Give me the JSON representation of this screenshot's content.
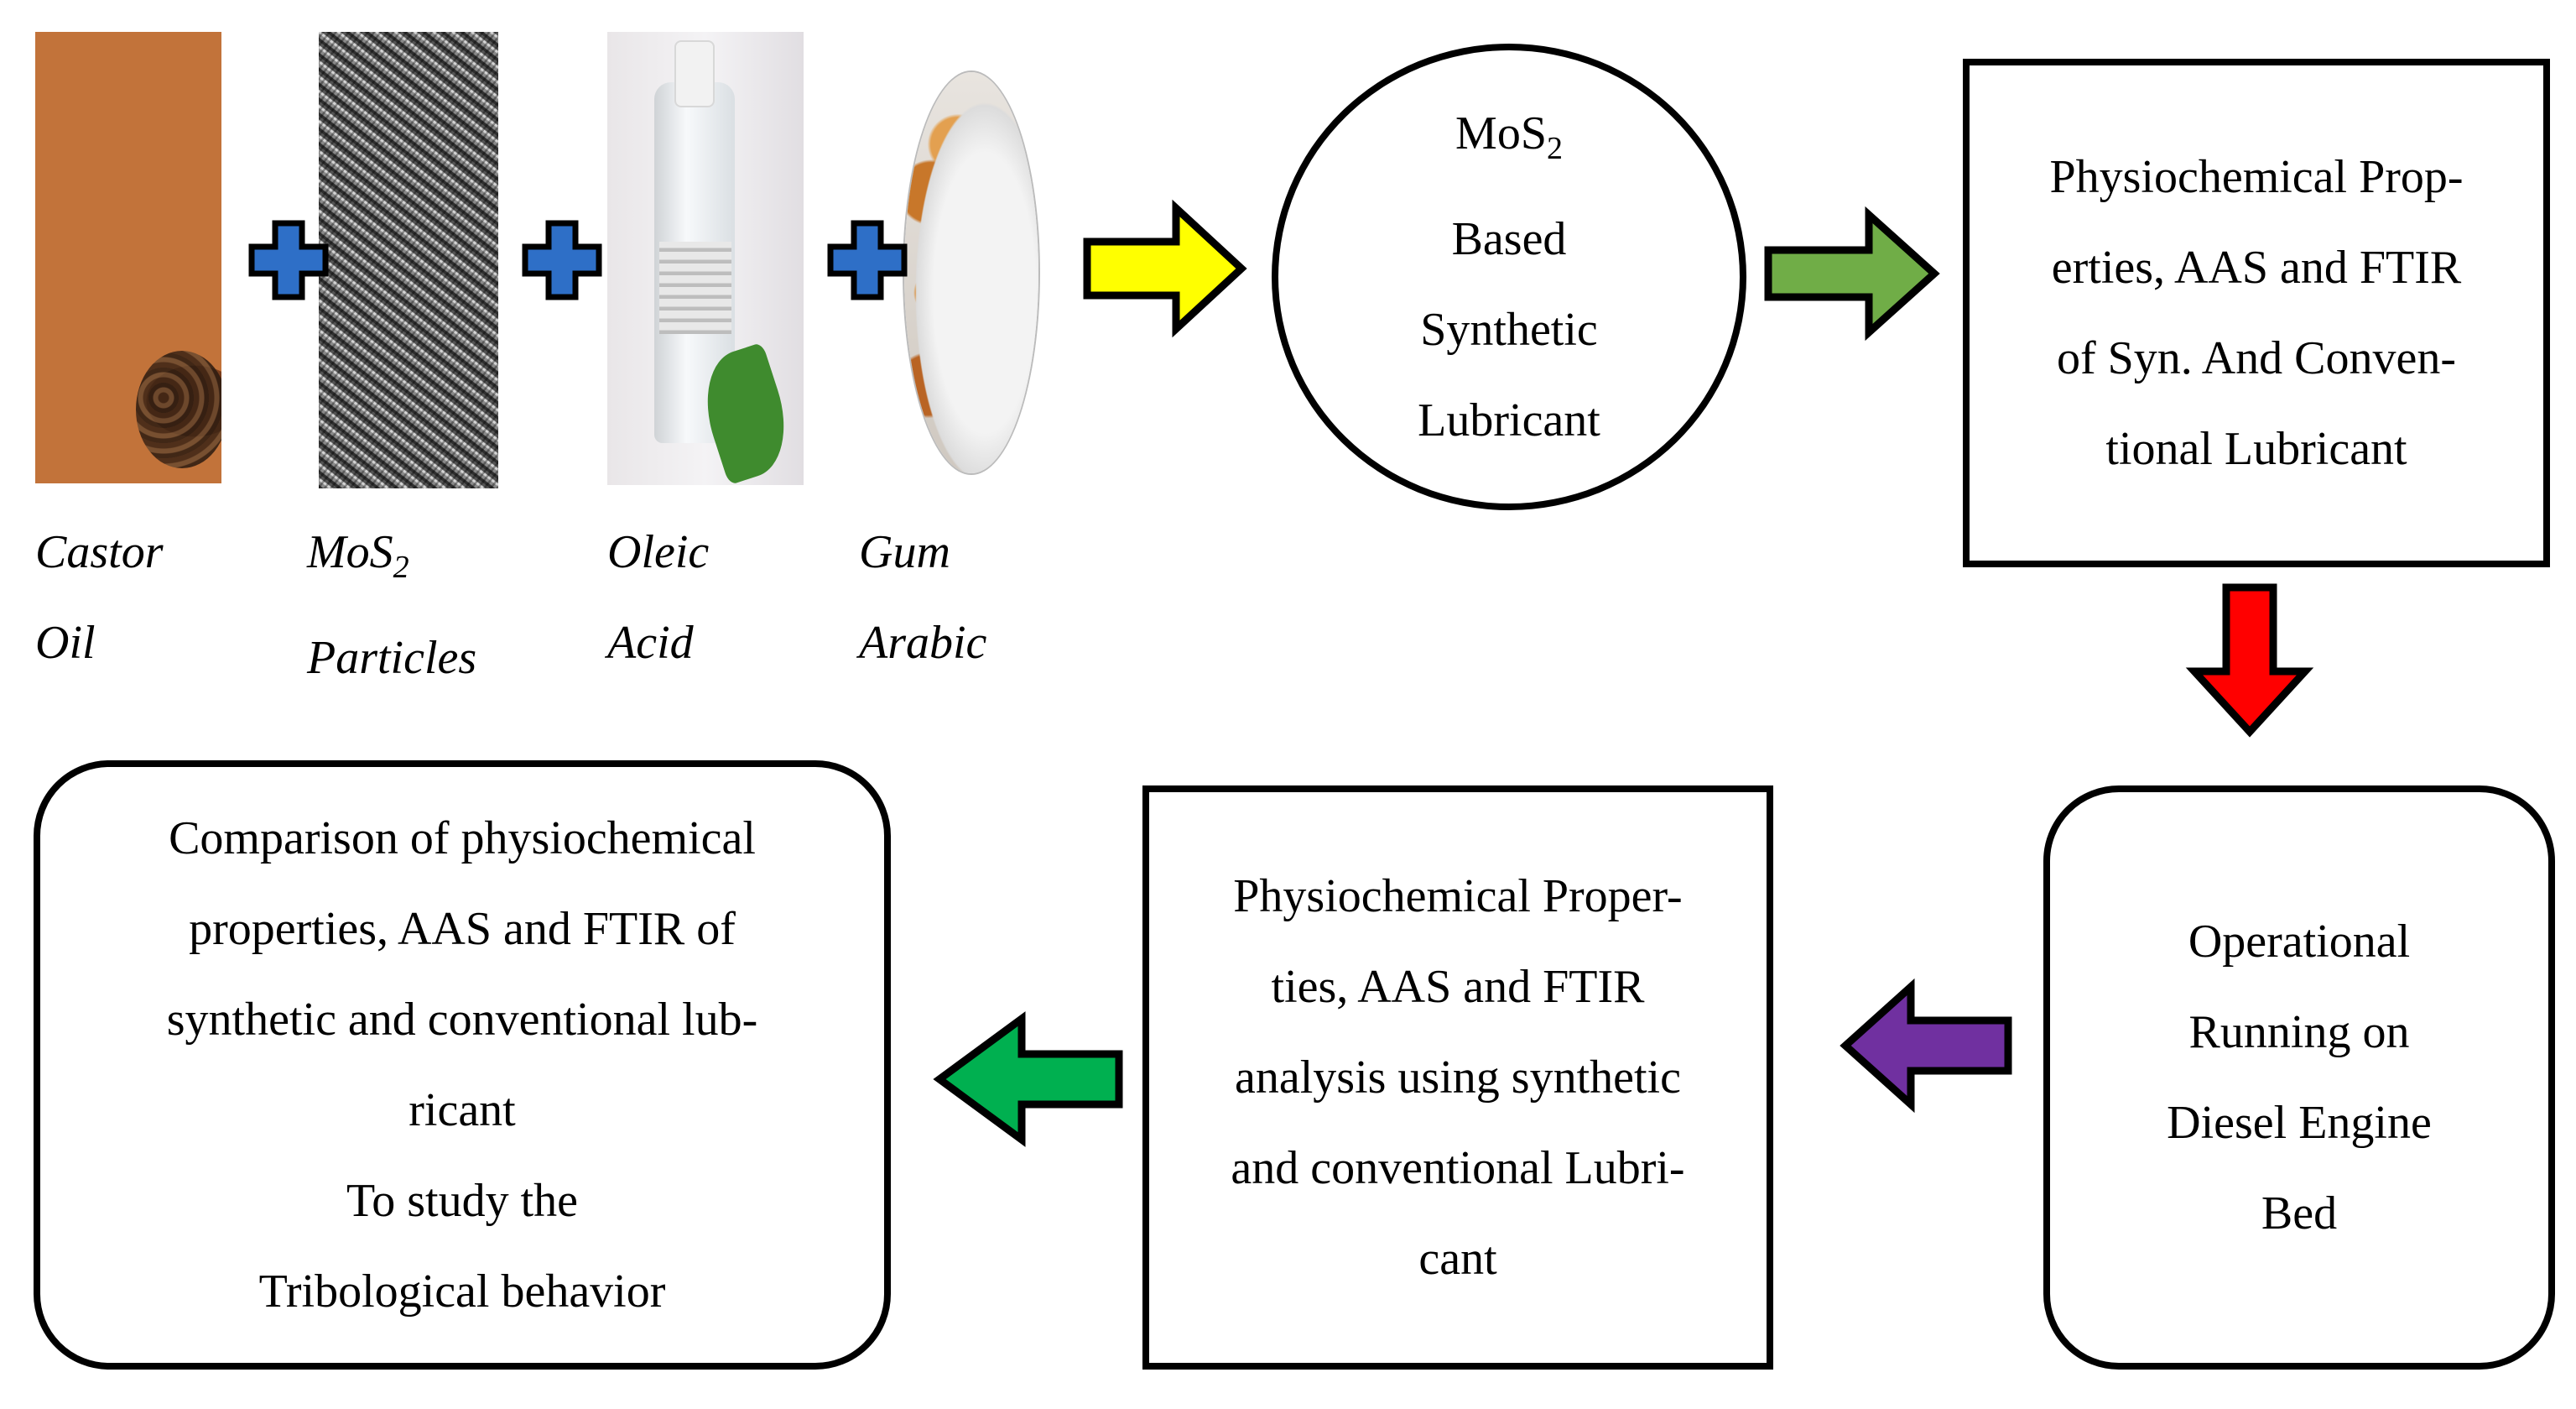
{
  "ingredients": [
    {
      "name": "castor-oil",
      "caption_lines": [
        "Castor",
        "Oil"
      ]
    },
    {
      "name": "mos2-particles",
      "caption_lines": [
        "MoS",
        "Particles"
      ],
      "subscript": "2"
    },
    {
      "name": "oleic-acid",
      "caption_lines": [
        "Oleic",
        "Acid"
      ]
    },
    {
      "name": "gum-arabic",
      "caption_lines": [
        "Gum",
        "Arabic"
      ]
    }
  ],
  "plus_color": "#2e6fc7",
  "ellipse": {
    "lines": [
      "MoS",
      "Based",
      "Synthetic",
      "Lubricant"
    ],
    "subscript": "2"
  },
  "box_properties_syn_conv": {
    "lines": [
      "Physiochemical Prop-",
      "erties, AAS and FTIR",
      "of Syn. And Conven-",
      "tional Lubricant"
    ]
  },
  "box_engine": {
    "lines": [
      "Operational",
      "Running on",
      "Diesel Engine",
      "Bed"
    ]
  },
  "box_analysis": {
    "lines": [
      "Physiochemical Proper-",
      "ties, AAS and FTIR",
      "analysis using synthetic",
      "and conventional Lubri-",
      "cant"
    ]
  },
  "box_comparison": {
    "lines": [
      "Comparison of physiochemical",
      "properties, AAS and FTIR of",
      "synthetic and conventional lub-",
      "ricant",
      "To study the",
      "Tribological behavior"
    ]
  },
  "arrow_colors": {
    "yellow": "#ffff00",
    "green_olive": "#70ad47",
    "red": "#ff0000",
    "purple": "#7030a0",
    "green": "#00b050"
  }
}
